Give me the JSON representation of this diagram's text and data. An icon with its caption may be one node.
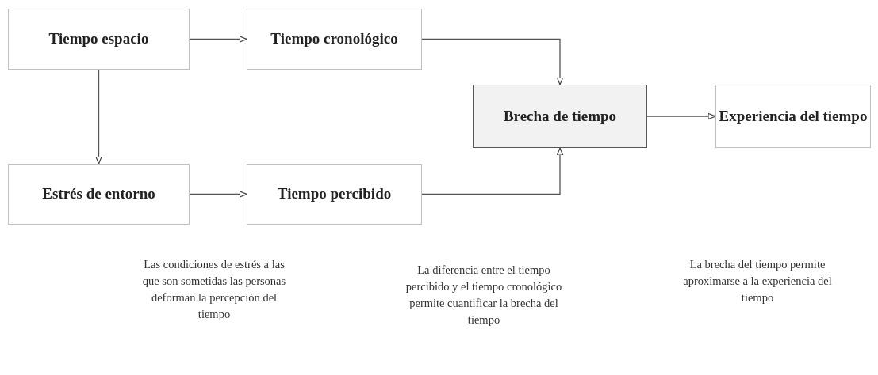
{
  "diagram": {
    "nodes": [
      {
        "text": [
          "Tiempo espacio"
        ]
      },
      {
        "text": [
          "Tiempo cronológico"
        ]
      },
      {
        "text": [
          "Brecha de tiempo"
        ]
      },
      {
        "text": [
          "Experiencia del tiempo"
        ]
      },
      {
        "text": [
          "Estrés de entorno"
        ]
      },
      {
        "text": [
          "Tiempo percibido"
        ]
      }
    ],
    "edges": [
      {
        "from": 0,
        "to": 1,
        "arrow": "to"
      },
      {
        "from": 0,
        "to": 4,
        "arrow": "to"
      },
      {
        "from": 1,
        "to": 2,
        "arrow": "to"
      },
      {
        "from": 4,
        "to": 5,
        "arrow": "to"
      },
      {
        "from": 5,
        "to": 2,
        "arrow": "to"
      },
      {
        "from": 2,
        "to": 3,
        "arrow": "to"
      }
    ],
    "labels": [
      "Las condiciones de estrés a las que son sometidas las personas deforman la percepción del tiempo",
      "La diferencia entre el tiempo percibido y el tiempo cronológico permite cuantificar la brecha del tiempo",
      "La brecha del tiempo permite aproximarse a la experiencia del tiempo"
    ]
  }
}
